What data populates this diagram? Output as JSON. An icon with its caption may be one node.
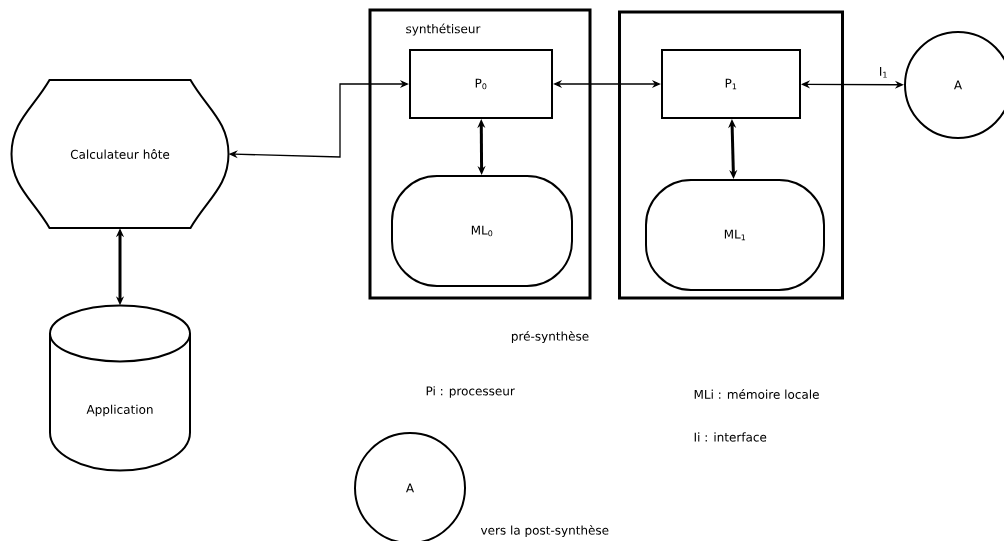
{
  "diagram": {
    "nodes": [
      {
        "text": [
          "Calculateur hôte"
        ]
      },
      {
        "text": [
          "Application"
        ]
      },
      {
        "text": [
          "synthétiseur"
        ]
      },
      {
        "text": [
          "P$_{0}$"
        ],
        "in": 2
      },
      {
        "text": [
          "ML$_{0}$"
        ],
        "in": 2
      },
      {
        "text": [],
        "shape": "box"
      },
      {
        "text": [
          "P$_{1}$"
        ],
        "in": 5
      },
      {
        "text": [
          "ML$_{1}$"
        ],
        "in": 5
      },
      {
        "text": [
          "A"
        ]
      },
      {
        "text": [
          "A"
        ],
        "beside": [
          "vers la post-synthèse"
        ]
      }
    ],
    "edges": [
      {
        "from": 0,
        "to": 3,
        "arrow": "both"
      },
      {
        "from": 0,
        "to": 1,
        "arrow": "both",
        "style": "thick"
      },
      {
        "from": 3,
        "to": 4,
        "arrow": "both",
        "style": "thick"
      },
      {
        "from": 3,
        "to": 6,
        "arrow": "both"
      },
      {
        "from": 6,
        "to": 7,
        "arrow": "both",
        "style": "thick"
      },
      {
        "from": 6,
        "to": 8,
        "arrow": "both",
        "label": "I$_{1}$"
      }
    ],
    "labels": [
      "pré-synthèse",
      "Pi : processeur",
      "MLi : mémoire locale",
      "Ii : interface"
    ]
  }
}
